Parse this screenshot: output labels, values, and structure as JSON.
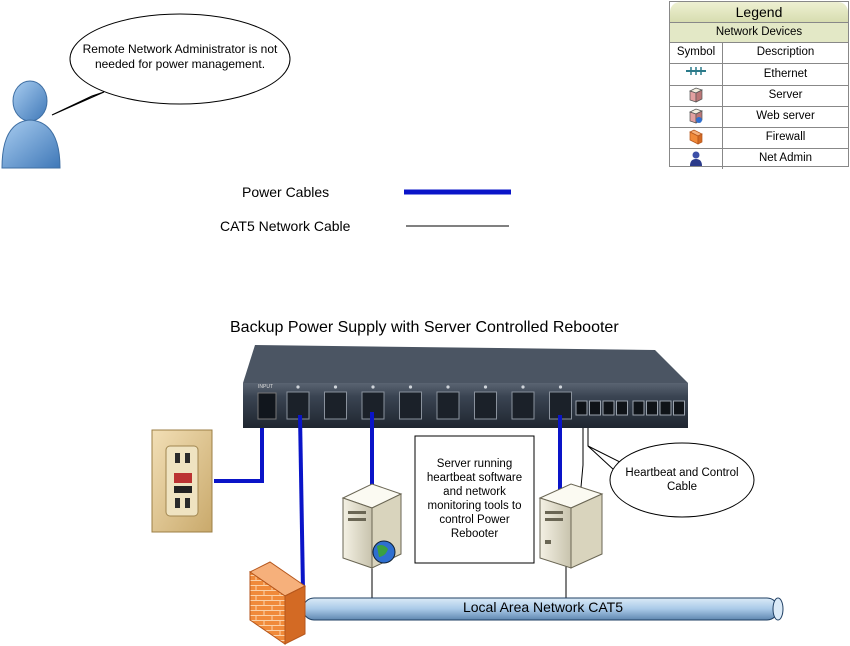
{
  "speech_bubble": {
    "text": "Remote Network Administrator is not needed for power management."
  },
  "line_key": {
    "power_cables_label": "Power Cables",
    "cat5_label": "CAT5 Network Cable"
  },
  "title": "Backup Power Supply with Server Controlled Rebooter",
  "server_note": "Server running heartbeat software and network monitoring tools to control Power Rebooter",
  "heartbeat_bubble": "Heartbeat and Control Cable",
  "lan_label": "Local Area Network CAT5",
  "pdu_input_label": "INPUT",
  "legend": {
    "title": "Legend",
    "subtitle": "Network Devices",
    "col_symbol": "Symbol",
    "col_description": "Description",
    "items": [
      {
        "icon": "ethernet-icon",
        "label": "Ethernet"
      },
      {
        "icon": "server-icon",
        "label": "Server"
      },
      {
        "icon": "web-server-icon",
        "label": "Web server"
      },
      {
        "icon": "firewall-icon",
        "label": "Firewall"
      },
      {
        "icon": "net-admin-icon",
        "label": "Net Admin"
      }
    ]
  },
  "colors": {
    "power_cable": "#0a14c8",
    "network_cable": "#000000",
    "pdu_body": "#3a4452",
    "lan_pipe": "#a9c9e8",
    "firewall": "#f08a3a",
    "admin": "#6fa3d8"
  }
}
